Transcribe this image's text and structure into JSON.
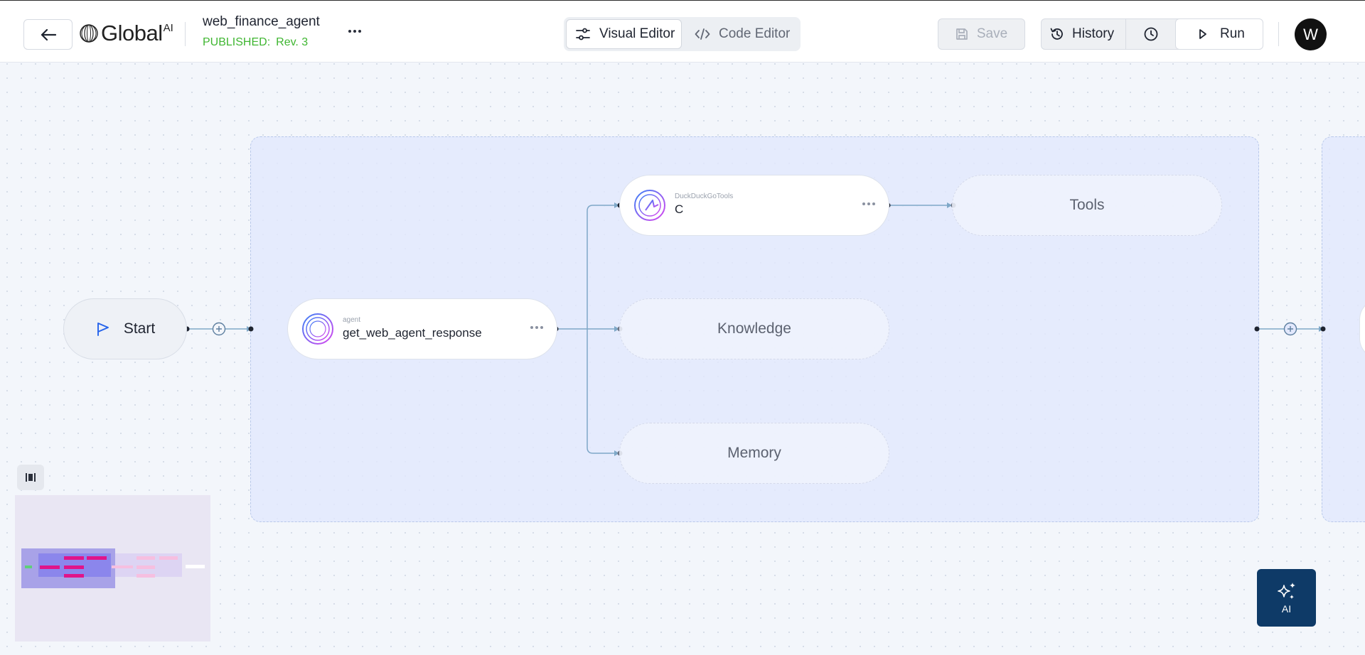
{
  "header": {
    "back_icon": "arrow-left-icon",
    "logo": {
      "text": "Global",
      "superscript": "AI"
    },
    "project": {
      "name": "web_finance_agent",
      "status": "PUBLISHED:",
      "revision": "Rev. 3"
    },
    "more_icon": "more-horizontal-icon",
    "editor_tabs": [
      {
        "label": "Visual Editor",
        "icon": "sliders-icon",
        "selected": true
      },
      {
        "label": "Code Editor",
        "icon": "code-icon",
        "selected": false
      }
    ],
    "save_label": "Save",
    "history_label": "History",
    "run_label": "Run",
    "avatar_initial": "W"
  },
  "canvas": {
    "start_label": "Start",
    "agent_node": {
      "type": "agent",
      "title": "get_web_agent_response"
    },
    "tool_node": {
      "type": "DuckDuckGoTools",
      "title": "C"
    },
    "placeholders": {
      "tools": "Tools",
      "knowledge": "Knowledge",
      "memory": "Memory"
    }
  },
  "ai_button_label": "AI",
  "colors": {
    "status_green": "#3fb631",
    "group_fill": "#e2e8fc",
    "edge": "#7fa8c8",
    "ai_button": "#0e3a67"
  }
}
